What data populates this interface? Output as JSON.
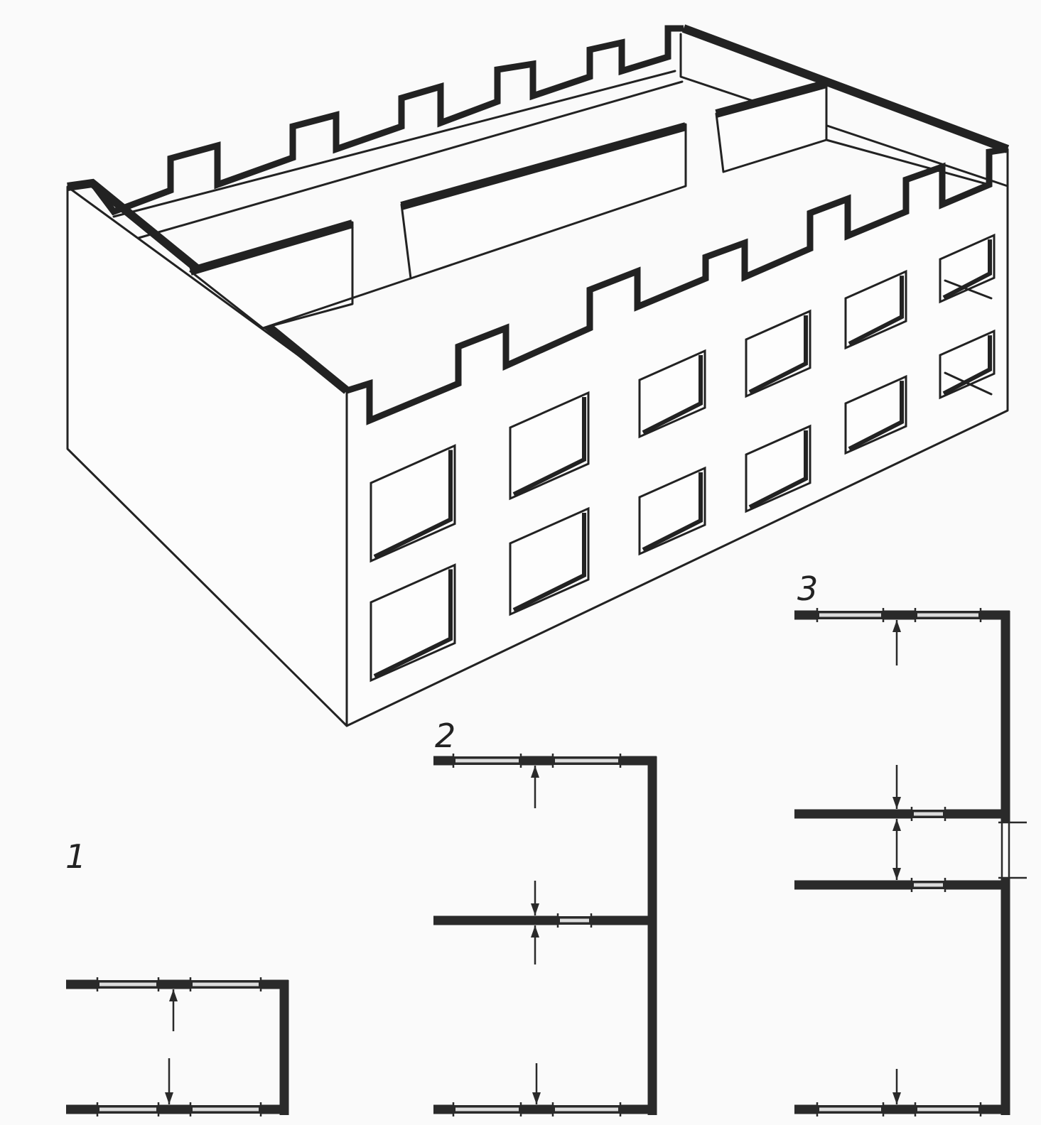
{
  "figure": {
    "plan_labels": [
      "1",
      "2",
      "3"
    ]
  },
  "colors": {
    "ink": "#222222",
    "paper": "#fafafa",
    "glazing": "#dcdcdc"
  }
}
